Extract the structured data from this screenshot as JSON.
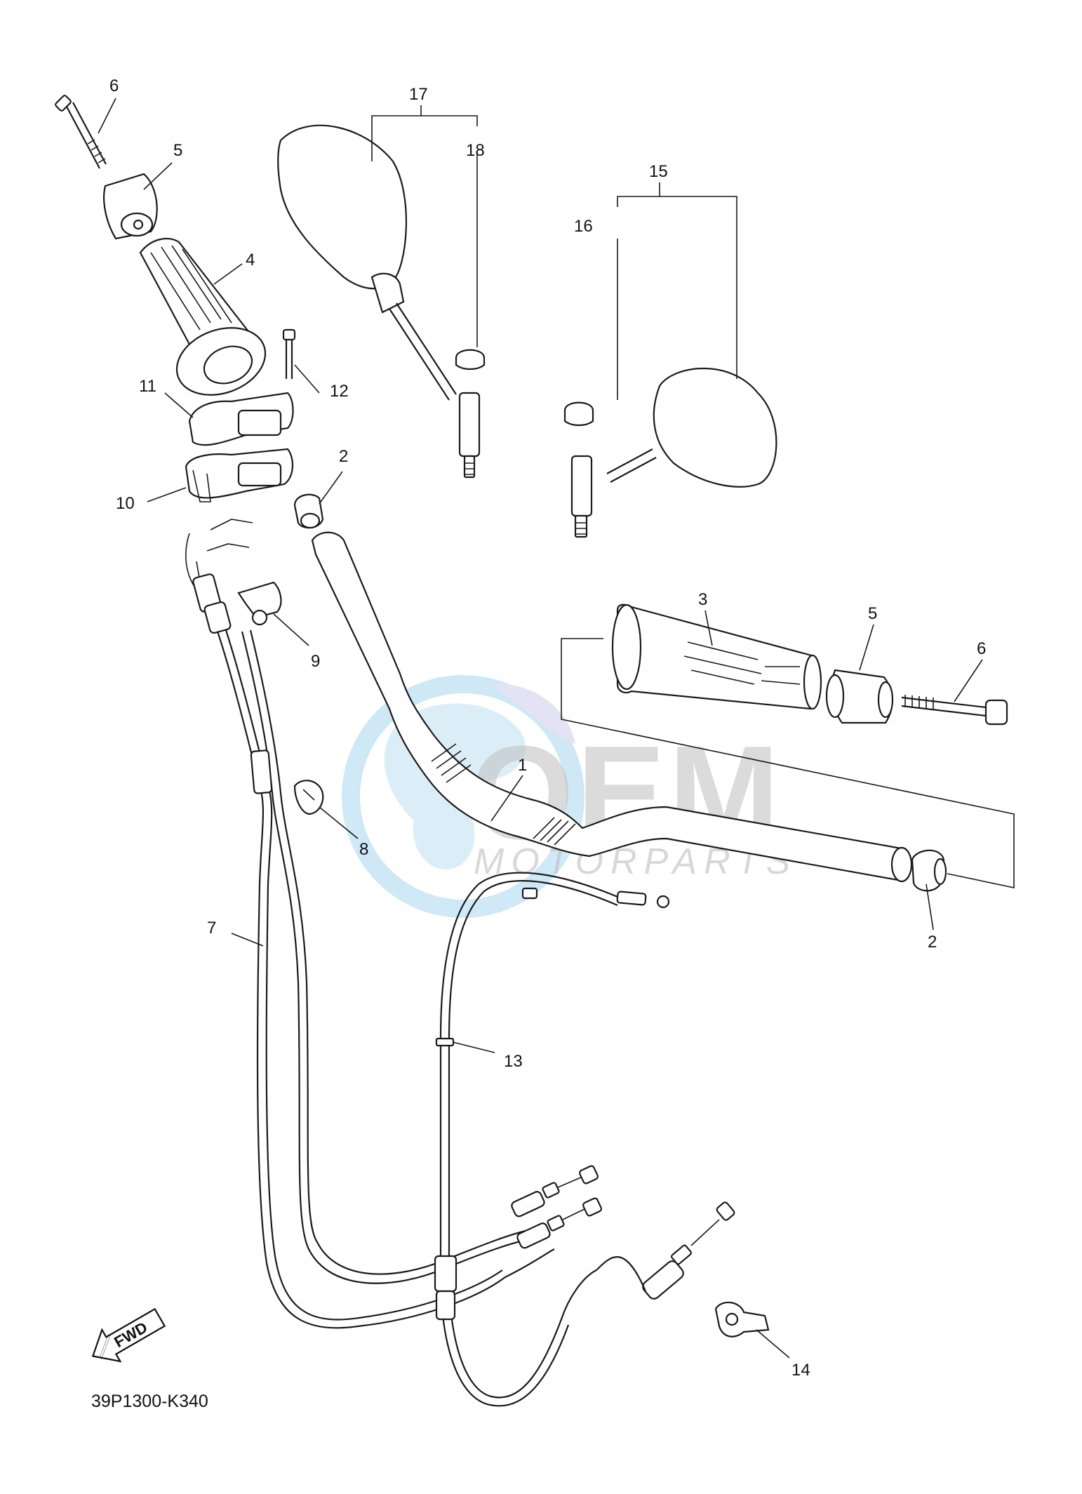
{
  "diagram_code": "39P1300-K340",
  "fwd_label": "FWD",
  "watermark": {
    "logo": "OEM",
    "subtitle": "MOTORPARTS",
    "globe_color": "#9fd3ef",
    "text_color": "#bfbfbf"
  },
  "callouts": {
    "c1": "1",
    "c2a": "2",
    "c2b": "2",
    "c3": "3",
    "c4": "4",
    "c5a": "5",
    "c5b": "5",
    "c6a": "6",
    "c6b": "6",
    "c7": "7",
    "c8": "8",
    "c9": "9",
    "c10": "10",
    "c11": "11",
    "c12": "12",
    "c13": "13",
    "c14": "14",
    "c15": "15",
    "c16": "16",
    "c17": "17",
    "c18": "18"
  }
}
